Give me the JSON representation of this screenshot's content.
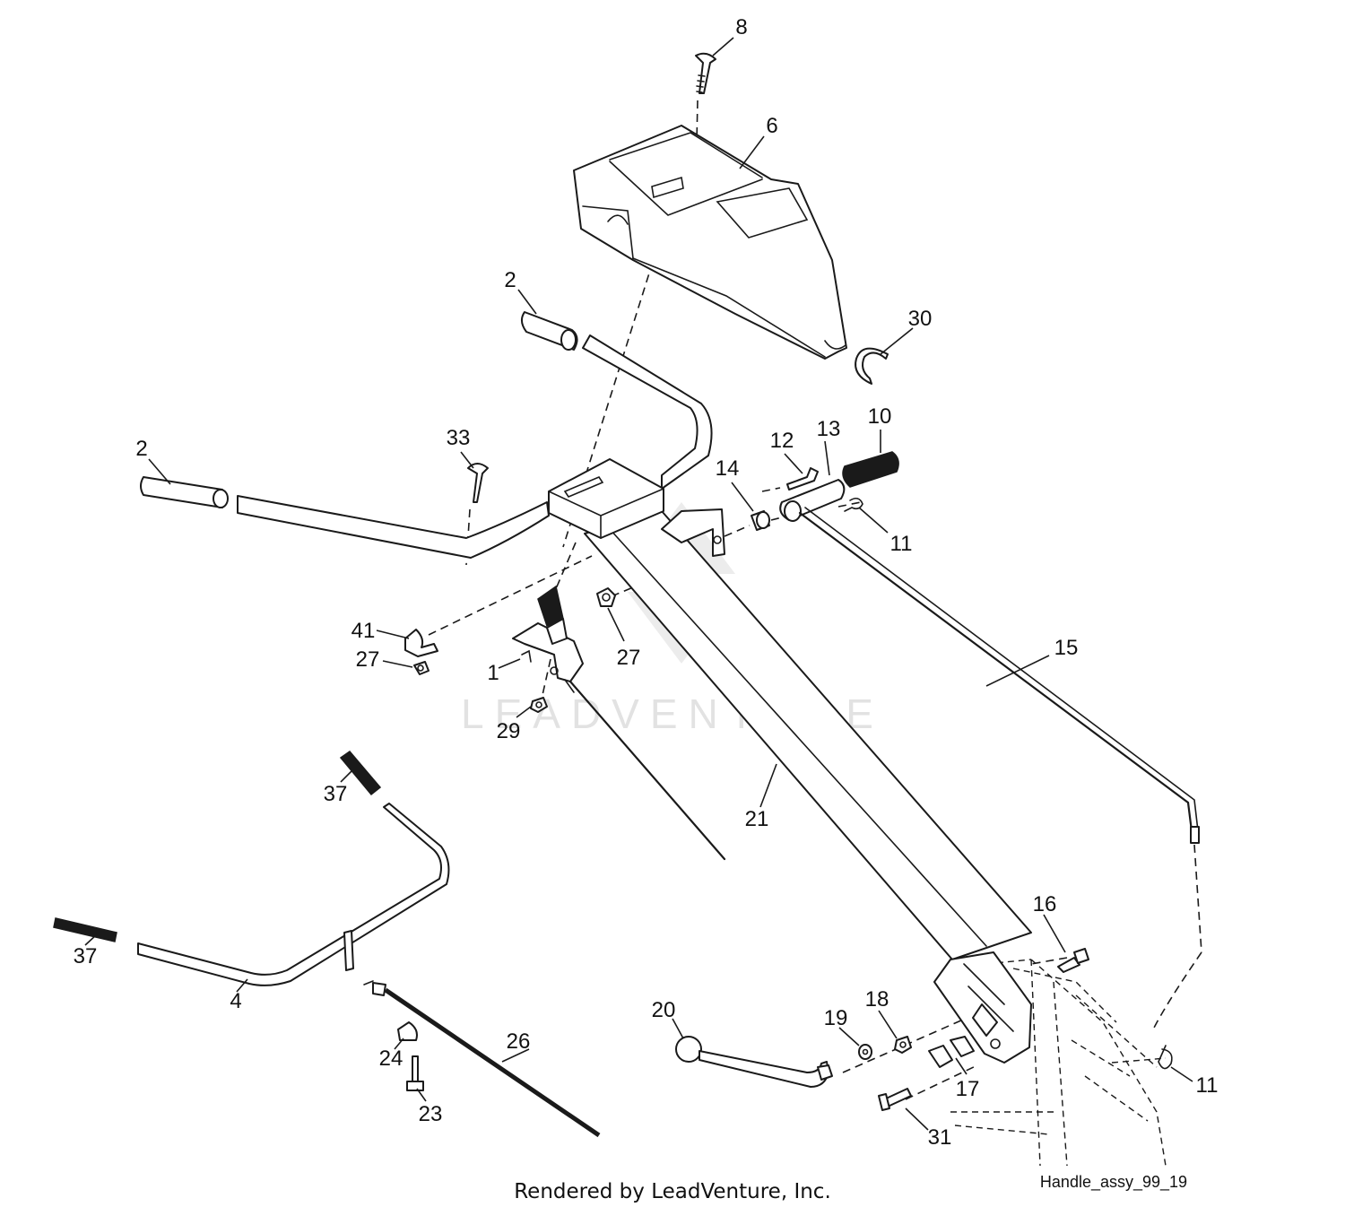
{
  "callouts": [
    {
      "id": "c8",
      "label": "8"
    },
    {
      "id": "c6",
      "label": "6"
    },
    {
      "id": "c2a",
      "label": "2"
    },
    {
      "id": "c30",
      "label": "30"
    },
    {
      "id": "c2b",
      "label": "2"
    },
    {
      "id": "c33",
      "label": "33"
    },
    {
      "id": "c10",
      "label": "10"
    },
    {
      "id": "c12",
      "label": "12"
    },
    {
      "id": "c13",
      "label": "13"
    },
    {
      "id": "c14",
      "label": "14"
    },
    {
      "id": "c11a",
      "label": "11"
    },
    {
      "id": "c41",
      "label": "41"
    },
    {
      "id": "c27a",
      "label": "27"
    },
    {
      "id": "c1",
      "label": "1"
    },
    {
      "id": "c27b",
      "label": "27"
    },
    {
      "id": "c15",
      "label": "15"
    },
    {
      "id": "c29",
      "label": "29"
    },
    {
      "id": "c37a",
      "label": "37"
    },
    {
      "id": "c21",
      "label": "21"
    },
    {
      "id": "c37b",
      "label": "37"
    },
    {
      "id": "c16",
      "label": "16"
    },
    {
      "id": "c4",
      "label": "4"
    },
    {
      "id": "c20",
      "label": "20"
    },
    {
      "id": "c19",
      "label": "19"
    },
    {
      "id": "c18",
      "label": "18"
    },
    {
      "id": "c26",
      "label": "26"
    },
    {
      "id": "c24",
      "label": "24"
    },
    {
      "id": "c17",
      "label": "17"
    },
    {
      "id": "c11b",
      "label": "11"
    },
    {
      "id": "c23",
      "label": "23"
    },
    {
      "id": "c31",
      "label": "31"
    }
  ],
  "watermark": "LEADVENTURE",
  "footer": "Rendered by LeadVenture, Inc.",
  "diagram_id": "Handle_assy_99_19"
}
